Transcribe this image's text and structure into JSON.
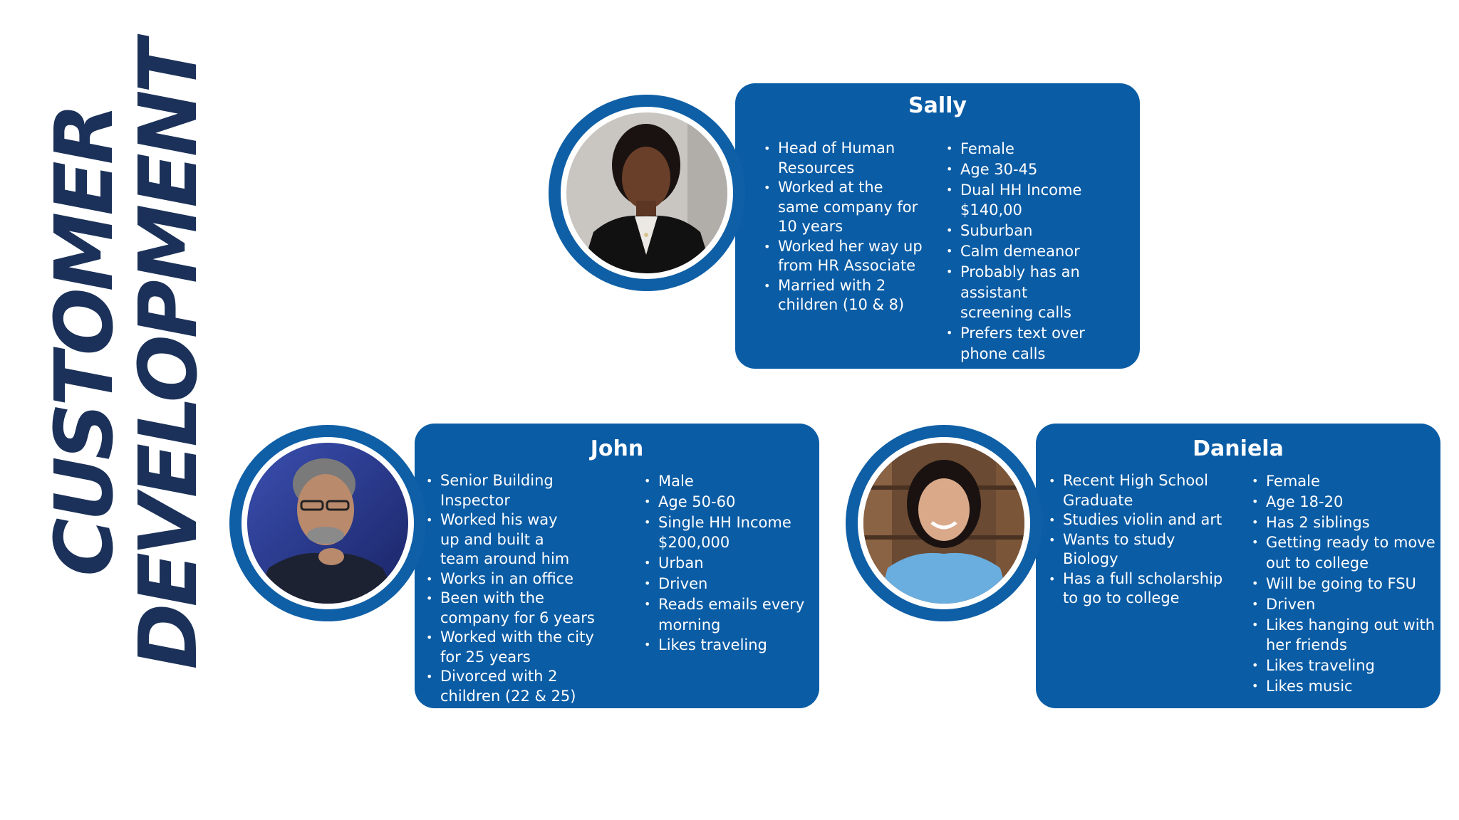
{
  "title": {
    "line1": "CUSTOMER",
    "line2": "DEVELOPMENT"
  },
  "personas": {
    "sally": {
      "name": "Sally",
      "col1": [
        "Head of Human Resources",
        "Worked at the same company for 10 years",
        "Worked her way up from HR Associate",
        "Married with 2 children (10 & 8)"
      ],
      "col2": [
        "Female",
        "Age 30-45",
        "Dual HH Income $140,00",
        "Suburban",
        "Calm demeanor",
        "Probably has an assistant screening calls",
        "Prefers text over phone calls"
      ]
    },
    "john": {
      "name": "John",
      "col1": [
        "Senior Building Inspector",
        "Worked his way up and built a team around him",
        "Works in an office",
        "Been with the company for 6 years",
        "Worked with the city for 25 years",
        "Divorced with 2 children (22 & 25)"
      ],
      "col2": [
        "Male",
        "Age 50-60",
        "Single HH Income $200,000",
        "Urban",
        "Driven",
        "Reads emails every morning",
        "Likes traveling"
      ]
    },
    "daniela": {
      "name": "Daniela",
      "col1": [
        "Recent High School Graduate",
        "Studies violin and art",
        "Wants to study Biology",
        "Has a full scholarship to go to college"
      ],
      "col2": [
        "Female",
        "Age 18-20",
        "Has 2 siblings",
        "Getting ready to move out to college",
        "Will be going to FSU",
        "Driven",
        "Likes hanging out with her friends",
        "Likes traveling",
        "Likes music"
      ]
    }
  },
  "colors": {
    "card": "#0a5ca5",
    "ring": "#0f5fa6",
    "title": "#1b3159"
  }
}
